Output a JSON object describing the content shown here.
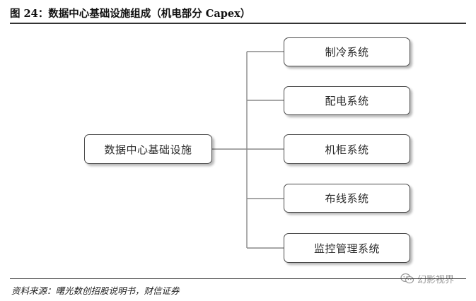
{
  "figure": {
    "title": "图 24：数据中心基础设施组成（机电部分 Capex）",
    "source": "资料来源：曙光数创招股说明书，财信证券"
  },
  "diagram": {
    "root": {
      "label": "数据中心基础设施"
    },
    "children": [
      {
        "label": "制冷系统"
      },
      {
        "label": "配电系统"
      },
      {
        "label": "机柜系统"
      },
      {
        "label": "布线系统"
      },
      {
        "label": "监控管理系统"
      }
    ]
  },
  "watermark": {
    "icon": "wechat-icon",
    "text": "幻影视界"
  },
  "colors": {
    "line": "#8a8a8a",
    "box_border": "#4a4a4a",
    "text": "#2a2a2a"
  }
}
